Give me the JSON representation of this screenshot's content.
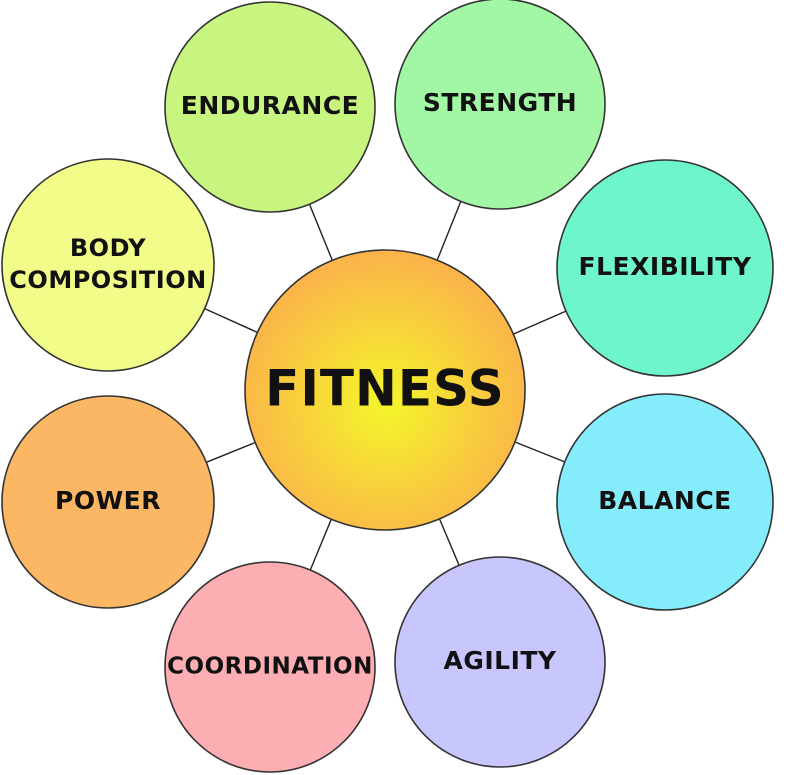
{
  "center": {
    "label": "FITNESS"
  },
  "nodes": [
    {
      "id": "endurance",
      "lines": [
        "ENDURANCE"
      ],
      "color": "#c8f57f"
    },
    {
      "id": "strength",
      "lines": [
        "STRENGTH"
      ],
      "color": "#a2f7a4"
    },
    {
      "id": "flexibility",
      "lines": [
        "FLEXIBILITY"
      ],
      "color": "#6ef5cc"
    },
    {
      "id": "balance",
      "lines": [
        "BALANCE"
      ],
      "color": "#84ecfb"
    },
    {
      "id": "agility",
      "lines": [
        "AGILITY"
      ],
      "color": "#c7c7fd"
    },
    {
      "id": "coordination",
      "lines": [
        "COORDINATION"
      ],
      "color": "#fdaeb3"
    },
    {
      "id": "power",
      "lines": [
        "POWER"
      ],
      "color": "#fbb764"
    },
    {
      "id": "body-composition",
      "lines": [
        "BODY",
        "COMPOSITION"
      ],
      "color": "#f2fd89"
    }
  ],
  "colors": {
    "center_inner": "#f4f62a",
    "center_outer": "#fbb24b",
    "outline": "#333333",
    "text": "#111111"
  }
}
